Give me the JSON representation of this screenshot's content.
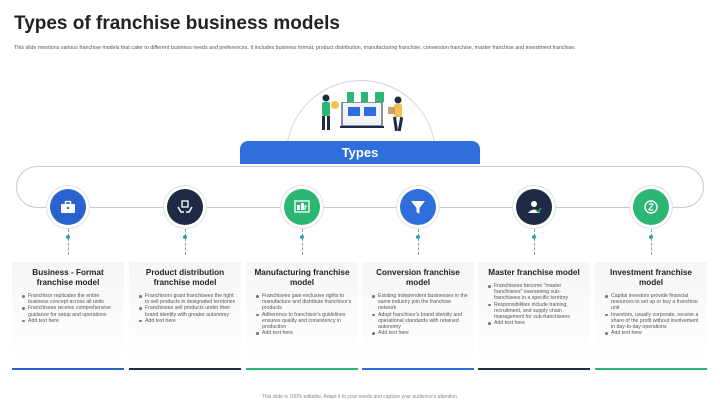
{
  "slide": {
    "title": "Types of franchise business models",
    "subtitle": "This slide mentions various franchise models that cater to different business needs and preferences. It includes business format, product distribution, manufacturing franchise, conversion franchise, master franchise and investment franchise.",
    "types_label": "Types",
    "footer": "This slide is 100% editable. Adapt it to your needs and capture your audience's attention."
  },
  "hero": {
    "icon": "storefront-with-people-icon"
  },
  "models": [
    {
      "title": "Business - Format franchise model",
      "icon": "briefcase-icon",
      "color": "#2a62cf",
      "bullets": [
        "Franchisor replicates the entire business concept across all units",
        "Franchisees receive comprehensive guidance for setup and operations",
        "Add text here"
      ]
    },
    {
      "title": "Product distribution franchise model",
      "icon": "hands-box-icon",
      "color": "#1f2a44",
      "bullets": [
        "Franchisors grant franchisees the right to sell products in designated territories",
        "Franchisees sell products under their brand identity with greater autonomy",
        "Add text here"
      ]
    },
    {
      "title": "Manufacturing franchise model",
      "icon": "manufacturing-board-icon",
      "color": "#2bb673",
      "bullets": [
        "Franchisees gain exclusive rights to manufacture and distribute franchisor's products",
        "Adherence to franchisor's guidelines ensures quality and consistency in production",
        "Add text here"
      ]
    },
    {
      "title": "Conversion franchise model",
      "icon": "funnel-icon",
      "color": "#2f6fdb",
      "bullets": [
        "Existing independent businesses in the same industry join the franchise network",
        "Adopt franchisor's brand identity and operational standards with retained autonomy",
        "Add text here"
      ]
    },
    {
      "title": "Master franchise model",
      "icon": "person-check-icon",
      "color": "#1f2a44",
      "bullets": [
        "Franchisees become \"master franchisees\" overseeing sub-franchisees in a specific territory",
        "Responsibilities include training, recruitment, and supply chain management for sub-franchisees",
        "Add text here"
      ]
    },
    {
      "title": "Investment franchise model",
      "icon": "coin-stack-icon",
      "color": "#2bb673",
      "bullets": [
        "Capital investors provide financial resources to set up or buy a franchise unit",
        "Investors, usually corporate, receive a share of the profit without involvement in day-to-day operations",
        "Add text here"
      ]
    }
  ]
}
